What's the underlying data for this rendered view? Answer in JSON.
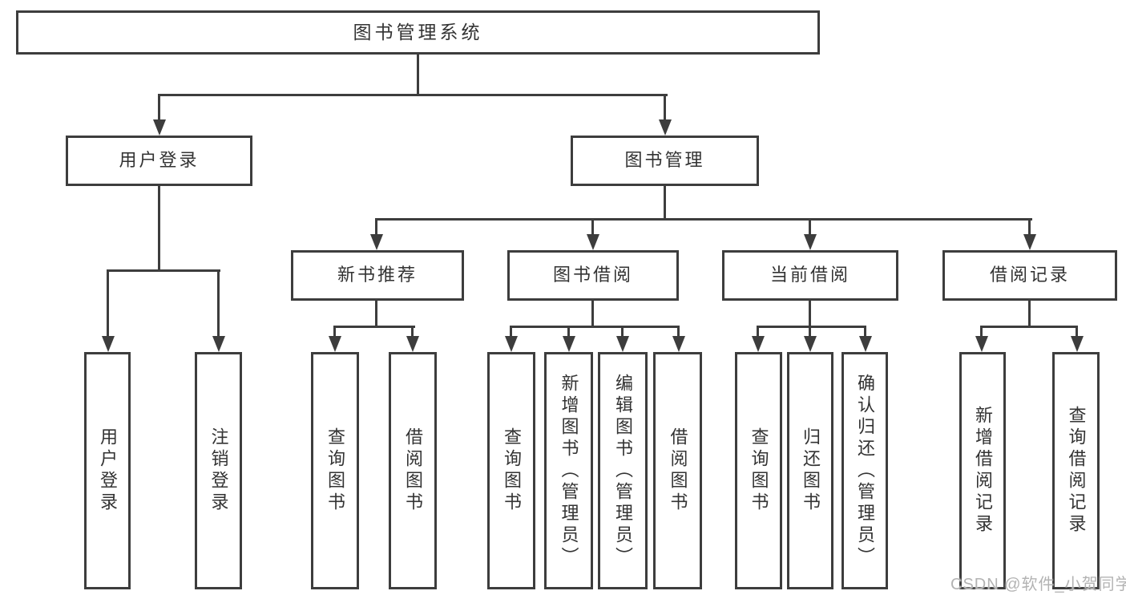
{
  "diagram": {
    "type": "tree-diagram",
    "root": {
      "label": "图书管理系统"
    },
    "level2": [
      {
        "label": "用户登录"
      },
      {
        "label": "图书管理"
      }
    ],
    "level3": [
      {
        "label": "新书推荐"
      },
      {
        "label": "图书借阅"
      },
      {
        "label": "当前借阅"
      },
      {
        "label": "借阅记录"
      }
    ],
    "leaves": {
      "user_login": [
        {
          "label": "用户登录"
        },
        {
          "label": "注销登录"
        }
      ],
      "new_books": [
        {
          "label": "查询图书"
        },
        {
          "label": "借阅图书"
        }
      ],
      "book_borrowing": [
        {
          "label": "查询图书"
        },
        {
          "label": "新增图书（管理员）"
        },
        {
          "label": "编辑图书（管理员）"
        },
        {
          "label": "借阅图书"
        }
      ],
      "current_borrowing": [
        {
          "label": "查询图书"
        },
        {
          "label": "归还图书"
        },
        {
          "label": "确认归还（管理员）"
        }
      ],
      "borrow_records": [
        {
          "label": "新增借阅记录"
        },
        {
          "label": "查询借阅记录"
        }
      ]
    }
  },
  "watermark": {
    "text": "CSDN @软件_小贺同学"
  },
  "colors": {
    "line": "#3d3d3d",
    "text": "#333333",
    "background": "#ffffff",
    "watermark": "#b3b3b3"
  }
}
